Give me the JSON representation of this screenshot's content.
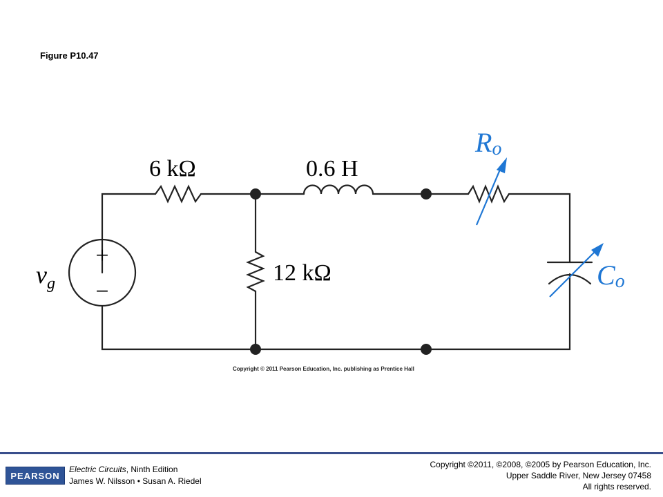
{
  "figure": {
    "title": "Figure P10.47",
    "copyright": "Copyright © 2011 Pearson Education, Inc. publishing as Prentice Hall"
  },
  "circuit": {
    "labels": {
      "r1": "6 kΩ",
      "inductor": "0.6 H",
      "r2": "12 kΩ",
      "ro_main": "R",
      "ro_sub": "o",
      "co_main": "C",
      "co_sub": "o",
      "vg_main": "v",
      "vg_sub": "g",
      "plus": "+",
      "minus": "−"
    },
    "colors": {
      "wire": "#222222",
      "variable": "#1f77d4"
    }
  },
  "footer": {
    "logo": "PEARSON",
    "book_title": "Electric Circuits",
    "book_edition": ", Ninth Edition",
    "authors": "James W. Nilsson • Susan A. Riedel",
    "rights_line1": "Copyright ©2011, ©2008, ©2005 by Pearson Education, Inc.",
    "rights_line2": "Upper Saddle River, New Jersey 07458",
    "rights_line3": "All rights reserved."
  }
}
